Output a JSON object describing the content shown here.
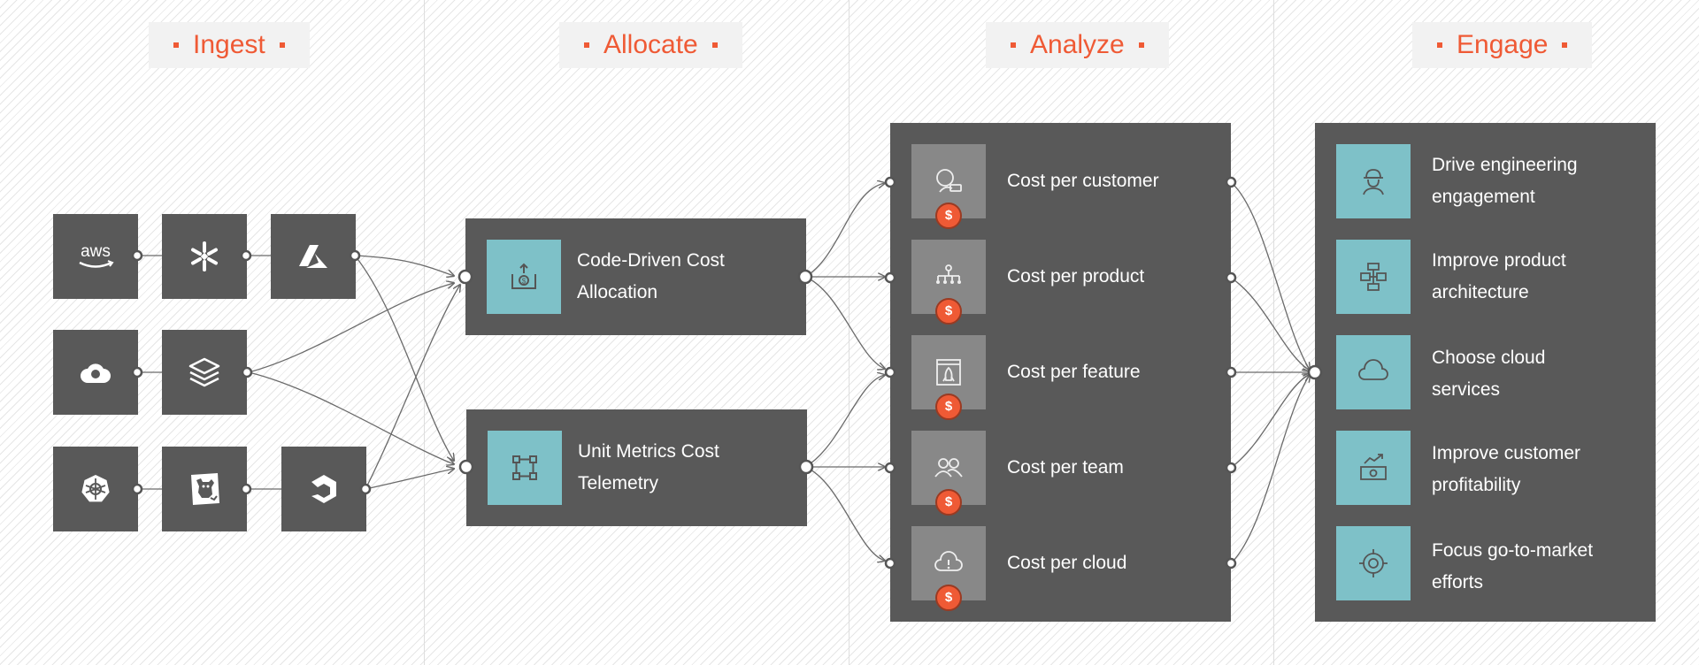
{
  "columns": {
    "ingest": "Ingest",
    "allocate": "Allocate",
    "analyze": "Analyze",
    "engage": "Engage"
  },
  "sources": [
    {
      "id": "aws",
      "icon": "aws-icon",
      "text": "aws"
    },
    {
      "id": "snowflake",
      "icon": "snowflake-icon"
    },
    {
      "id": "azure",
      "icon": "azure-icon"
    },
    {
      "id": "gcp",
      "icon": "google-cloud-icon"
    },
    {
      "id": "databricks",
      "icon": "databricks-icon"
    },
    {
      "id": "kubernetes",
      "icon": "kubernetes-icon"
    },
    {
      "id": "datadog",
      "icon": "datadog-icon"
    },
    {
      "id": "newrelic",
      "icon": "new-relic-icon"
    }
  ],
  "allocate": [
    {
      "line1": "Code-Driven Cost",
      "line2": "Allocation",
      "icon": "money-box-upload-icon"
    },
    {
      "line1": "Unit Metrics Cost",
      "line2": "Telemetry",
      "icon": "telemetry-nodes-icon"
    }
  ],
  "analyze": [
    {
      "label": "Cost per customer",
      "icon": "customer-icon",
      "badge": "$"
    },
    {
      "label": "Cost per product",
      "icon": "product-hierarchy-icon",
      "badge": "$"
    },
    {
      "label": "Cost per feature",
      "icon": "feature-rocket-icon",
      "badge": "$"
    },
    {
      "label": "Cost per team",
      "icon": "team-icon",
      "badge": "$"
    },
    {
      "label": "Cost per cloud",
      "icon": "cloud-alert-icon",
      "badge": "$"
    }
  ],
  "engage": [
    {
      "line1": "Drive engineering",
      "line2": "engagement",
      "icon": "engineer-icon"
    },
    {
      "line1": "Improve product",
      "line2": "architecture",
      "icon": "architecture-icon"
    },
    {
      "line1": "Choose cloud",
      "line2": "services",
      "icon": "cloud-icon"
    },
    {
      "line1": "Improve customer",
      "line2": "profitability",
      "icon": "profit-cash-icon"
    },
    {
      "line1": "Focus go-to-market",
      "line2": "efforts",
      "icon": "target-icon"
    }
  ],
  "colors": {
    "accent": "#ef5a35",
    "panel": "#595959",
    "tile": "#7ec1c8",
    "grey_tile": "#888888",
    "connector": "#6a6a6a"
  }
}
